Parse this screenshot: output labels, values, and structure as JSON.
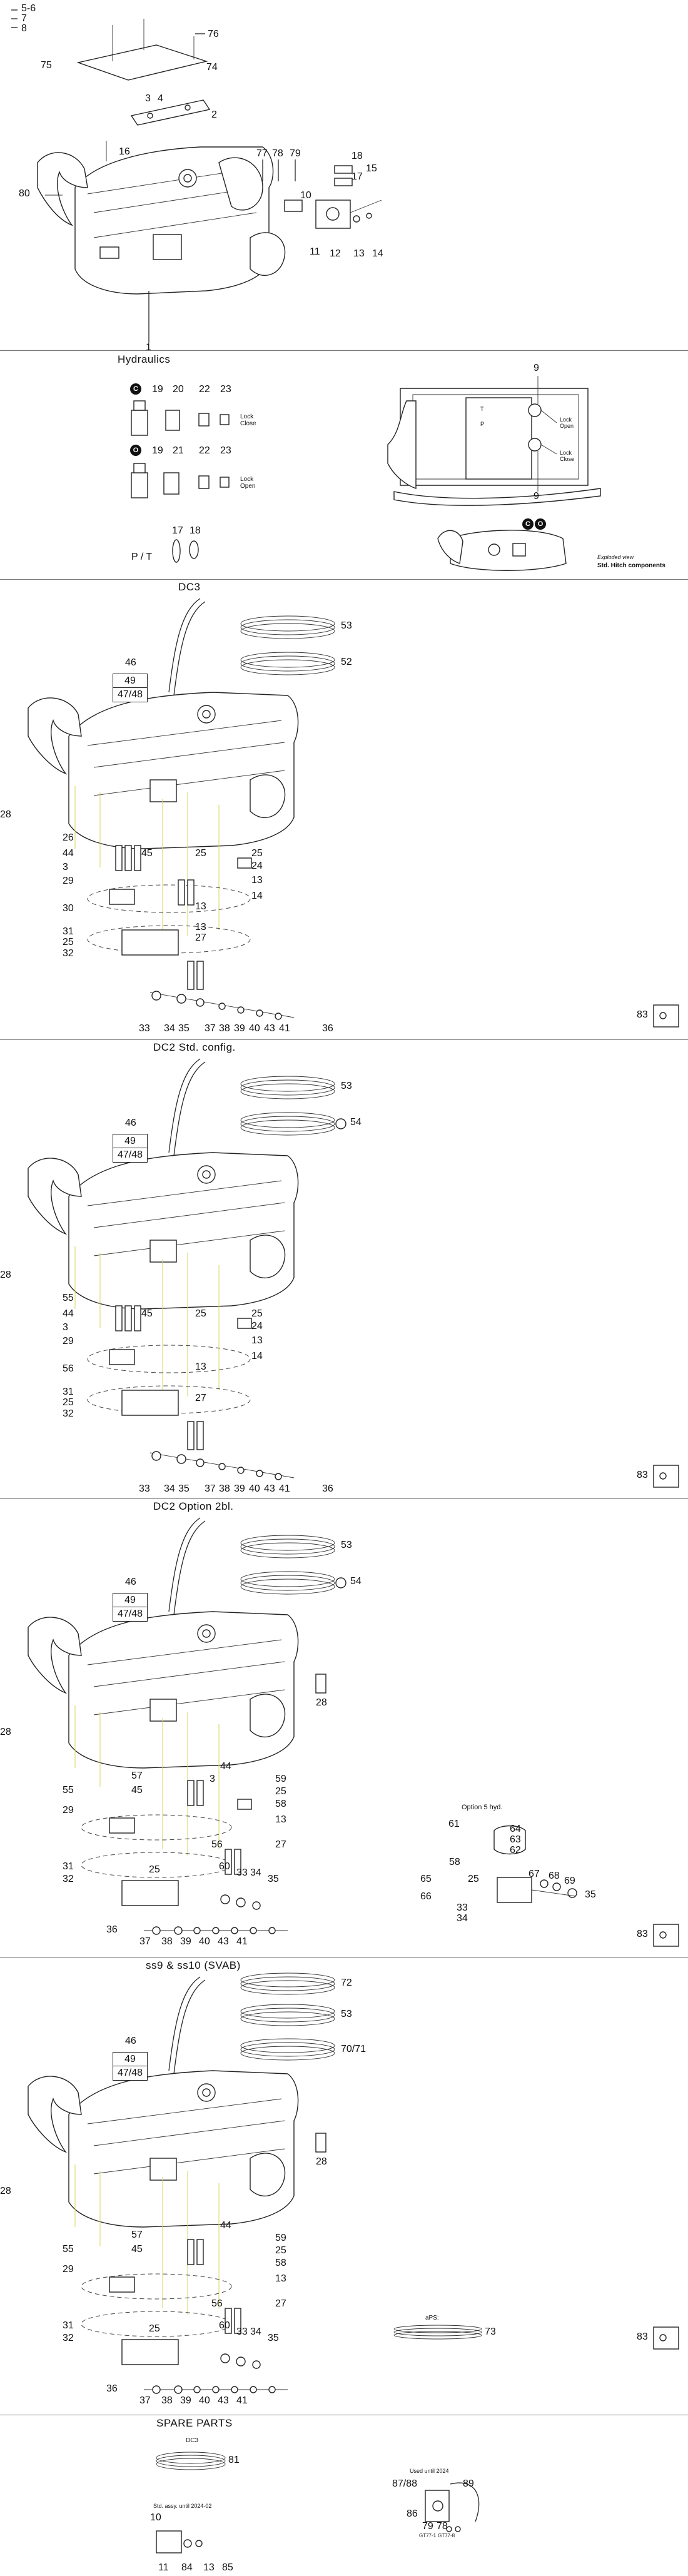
{
  "section1": {
    "labels": [
      "5-6",
      "7",
      "8",
      "76",
      "75",
      "74",
      "2",
      "3",
      "4",
      "16",
      "80",
      "77",
      "78",
      "79",
      "18",
      "17",
      "15",
      "10",
      "11",
      "12",
      "13",
      "14",
      "1"
    ]
  },
  "hydraulics": {
    "title": "Hydraulics",
    "badge_c": "C",
    "badge_o": "O",
    "row1": [
      "19",
      "20",
      "22",
      "23"
    ],
    "row2": [
      "19",
      "21",
      "22",
      "23"
    ],
    "lock_close": "Lock Close",
    "lock_open": "Lock Open",
    "pt_label": "P / T",
    "pt_parts": [
      "17",
      "18"
    ],
    "frame_num_top": "9",
    "frame_num_bottom": "9",
    "frame_lock_open": "Lock Open",
    "frame_lock_close": "Lock Close",
    "frame_t": "T",
    "frame_p": "P",
    "exploded_view": "Exploded view",
    "std_hitch": "Std. Hitch components"
  },
  "dc3": {
    "title": "DC3",
    "labels": [
      "53",
      "52",
      "46",
      "49",
      "47/48",
      "28",
      "26",
      "44",
      "45",
      "25",
      "25",
      "24",
      "3",
      "13",
      "29",
      "13",
      "14",
      "30",
      "13",
      "31",
      "27",
      "25",
      "32",
      "33",
      "34",
      "35",
      "37",
      "38",
      "39",
      "40",
      "43",
      "41",
      "36",
      "83"
    ]
  },
  "dc2std": {
    "title": "DC2 Std. config.",
    "labels": [
      "53",
      "54",
      "46",
      "49",
      "47/48",
      "28",
      "55",
      "44",
      "45",
      "25",
      "25",
      "24",
      "3",
      "13",
      "29",
      "14",
      "56",
      "13",
      "31",
      "27",
      "25",
      "32",
      "33",
      "34",
      "35",
      "37",
      "38",
      "39",
      "40",
      "43",
      "41",
      "36",
      "83"
    ]
  },
  "dc2opt": {
    "title": "DC2 Option 2bl.",
    "labels": [
      "53",
      "54",
      "46",
      "49",
      "47/48",
      "28",
      "28",
      "57",
      "44",
      "3",
      "59",
      "55",
      "45",
      "25",
      "58",
      "29",
      "13",
      "56",
      "27",
      "31",
      "60",
      "25",
      "33",
      "32",
      "34",
      "35",
      "36",
      "37",
      "38",
      "39",
      "40",
      "43",
      "41",
      "83"
    ],
    "option_title": "Option 5 hyd.",
    "option_labels": [
      "61",
      "64",
      "63",
      "62",
      "58",
      "65",
      "25",
      "67",
      "68",
      "69",
      "66",
      "33",
      "35",
      "34"
    ]
  },
  "ss": {
    "title": "ss9 & ss10 (SVAB)",
    "labels": [
      "72",
      "53",
      "70/71",
      "46",
      "49",
      "47/48",
      "28",
      "28",
      "57",
      "44",
      "59",
      "55",
      "45",
      "25",
      "58",
      "29",
      "13",
      "56",
      "27",
      "31",
      "60",
      "25",
      "33",
      "32",
      "34",
      "35",
      "36",
      "37",
      "38",
      "39",
      "40",
      "43",
      "41",
      "73",
      "83"
    ],
    "aps_label": "aPS:"
  },
  "spare": {
    "title": "SPARE PARTS",
    "dc3_label": "DC3",
    "dc3_part": "81",
    "std_assy": "Std. assy. until 2024-02",
    "std_parts": [
      "10",
      "11",
      "84",
      "13",
      "85"
    ],
    "used_until": "Used until 2024",
    "used_parts": [
      "87/88",
      "89",
      "86",
      "79",
      "78"
    ],
    "sub_a": "GT77-1",
    "sub_b": "GT77-8"
  }
}
